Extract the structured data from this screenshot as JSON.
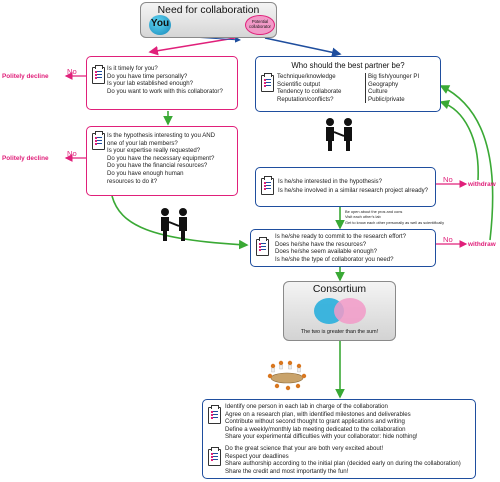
{
  "title": "Need for collaboration",
  "you_label": "You",
  "potential_label": "Potential collaborator",
  "box1": {
    "lines": [
      "Is it timely for you?",
      "Do you have time personally?",
      "Is your lab established enough?",
      "Do you want to work with this collaborator?"
    ],
    "decline": "Politely decline",
    "no": "No"
  },
  "box2": {
    "lines": [
      "Is the hypothesis interesting to you AND",
      "one of your lab members?",
      "Is your expertise really requested?",
      "Do you have the necessary equipment?",
      "Do you have the financial resources?",
      "Do you have enough human",
      "resources to do it?"
    ],
    "decline": "Politely decline",
    "no": "No"
  },
  "partner": {
    "title": "Who should the best partner be?",
    "left": [
      "Technique/knowledge",
      "Scientific output",
      "Tendency to collaborate",
      "Reputation/conflicts?"
    ],
    "right": [
      "Big fish/younger PI",
      "Geography",
      "Culture",
      "Public/private"
    ]
  },
  "interest": {
    "lines": [
      "Is he/she interested in the hypothesis?",
      "Is he/she involved in a similar research project already?"
    ],
    "no": "No",
    "withdraw": "withdraw"
  },
  "note_lines": [
    "Be open about the pros and cons",
    "Visit each other's lab",
    "Get to know each other personally as well as scientifically"
  ],
  "commit": {
    "lines": [
      "Is he/she ready to commit to the research effort?",
      "Does he/she have the resources?",
      "Does he/she seem available enough?",
      "Is he/she the type of collaborator you need?"
    ],
    "no": "No",
    "withdraw": "withdraw"
  },
  "consortium": {
    "title": "Consortium",
    "caption": "The two is greater than the sum!"
  },
  "final": {
    "group1": [
      "Identify one person in each lab in charge of the collaboration",
      "Agree on a research plan, with identified milestones and deliverables",
      "Contribute without second thought to grant applications and writing",
      "Define a weekly/monthly lab meeting dedicated to the collaboration",
      "Share your experimental difficulties with your collaborator: hide nothing!"
    ],
    "group2": [
      "Do the great science that your are both very excited about!",
      "Respect your deadlines",
      "Share authorship according to the initial plan (decided early on during the collaboration)",
      "Share the credit and most importantly the fun!"
    ]
  },
  "colors": {
    "pink": "#e0207a",
    "blue": "#1f4e9e",
    "green": "#3aa935",
    "teal": "#1aa0c8"
  }
}
